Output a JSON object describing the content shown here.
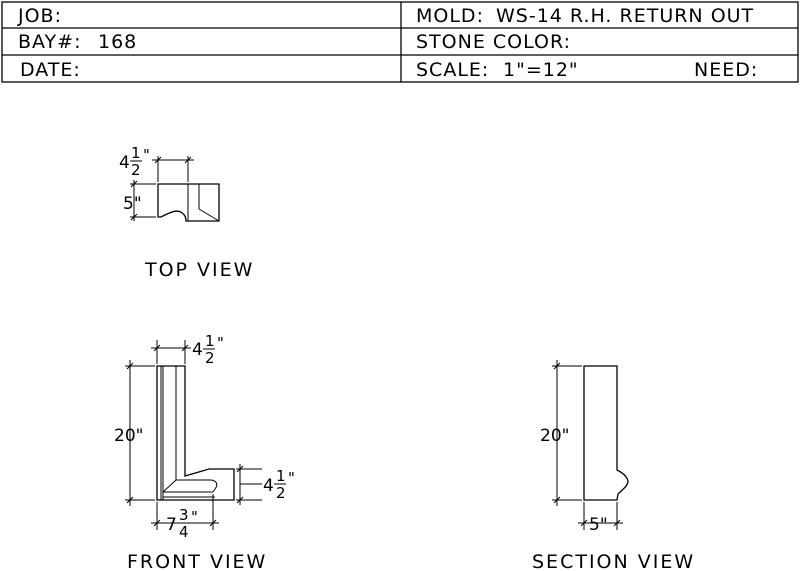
{
  "title_block": {
    "job_label": "JOB:",
    "bay_label": "BAY#:",
    "bay_value": "168",
    "date_label": "DATE:",
    "mold_label": "MOLD:",
    "mold_value": "WS-14 R.H. RETURN OUT",
    "stone_color_label": "STONE COLOR:",
    "scale_label": "SCALE:",
    "scale_value": "1\"=12\"",
    "need_label": "NEED:"
  },
  "views": {
    "top": {
      "label": "TOP VIEW",
      "width_dim": {
        "whole": "4",
        "num": "1",
        "den": "2",
        "unit": "\""
      },
      "height_dim": "5\""
    },
    "front": {
      "label": "FRONT VIEW",
      "top_dim": {
        "whole": "4",
        "num": "1",
        "den": "2",
        "unit": "\""
      },
      "height_dim": "20\"",
      "right_dim": {
        "whole": "4",
        "num": "1",
        "den": "2",
        "unit": "\""
      },
      "bottom_dim": {
        "whole": "7",
        "num": "3",
        "den": "4",
        "unit": "\""
      }
    },
    "section": {
      "label": "SECTION VIEW",
      "height_dim": "20\"",
      "bottom_dim": "5\""
    }
  }
}
